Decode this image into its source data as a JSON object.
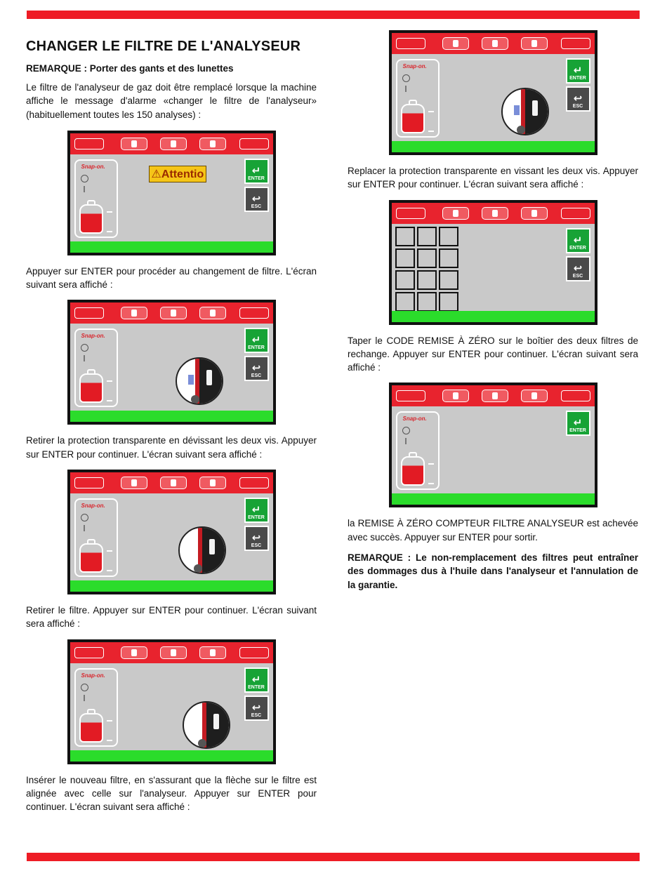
{
  "title": "CHANGER LE FILTRE DE L'ANALYSEUR",
  "note": "REMARQUE : Porter des gants et des lunettes",
  "intro": "Le filtre de l'analyseur de gaz doit être remplacé lorsque la machine affiche le message d'alarme «changer le filtre de l'analyseur» (habituellement toutes les 150 analyses) :",
  "screen_common": {
    "brand": "Snap-on.",
    "enter": "ENTER",
    "esc": "ESC"
  },
  "screen1": {
    "alert": "⚠Attentio"
  },
  "step1": "Appuyer sur ENTER pour procéder au changement de filtre. L'écran suivant sera affiché :",
  "step2": "Retirer la protection transparente en dévissant les deux vis. Appuyer sur ENTER pour continuer. L'écran suivant sera affiché :",
  "step3": "Retirer le filtre. Appuyer sur ENTER pour continuer. L'écran suivant sera affiché :",
  "step4": "Insérer le nouveau filtre, en s'assurant que la flèche sur le filtre est alignée avec celle sur l'analyseur. Appuyer sur ENTER pour continuer. L'écran suivant sera affiché :",
  "step5": "Replacer la protection transparente en vissant les deux vis. Appuyer sur ENTER pour continuer. L'écran suivant sera affiché :",
  "step6": "Taper le CODE REMISE À ZÉRO sur le boîtier des deux filtres de rechange. Appuyer sur ENTER pour continuer. L'écran suivant sera affiché :",
  "step7": "la REMISE À ZÉRO COMPTEUR FILTRE ANALYSEUR est achevée avec succès. Appuyer sur ENTER pour sortir.",
  "warning": "REMARQUE : Le non-remplacement des filtres peut entraîner des dommages dus à l'huile dans l'analyseur et l'annulation de la garantie.",
  "colors": {
    "accent": "#ee1c25",
    "screen_bg": "#c9c9c9",
    "status_green": "#2bdc2b",
    "enter_green": "#17a336"
  }
}
